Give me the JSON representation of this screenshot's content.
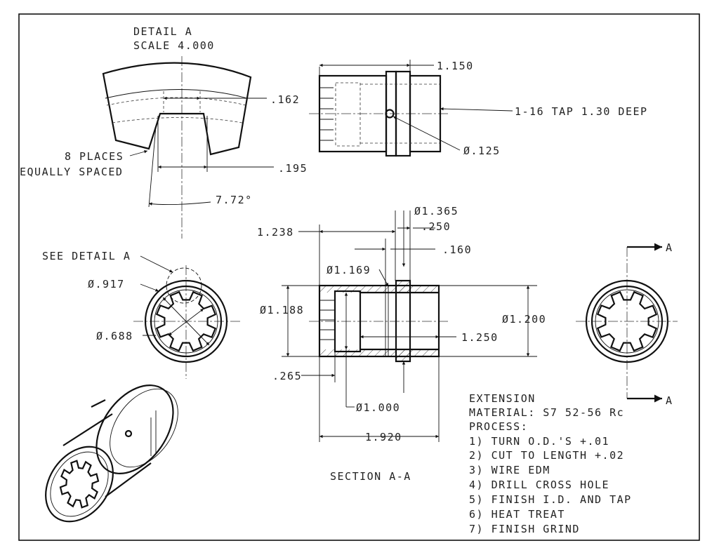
{
  "detail": {
    "title": "DETAIL A",
    "scale": "SCALE 4.000",
    "dim_162": ".162",
    "dim_195": ".195",
    "angle": "7.72°",
    "places_line1": "8 PLACES",
    "places_line2": "EQUALLY SPACED"
  },
  "side_view": {
    "dim_length": "1.150",
    "tap_note": "1-16 TAP 1.30 DEEP",
    "hole_dia": "Ø.125"
  },
  "end_view": {
    "see_detail": "SEE DETAIL A",
    "outer_dia": "Ø.917",
    "inner_dia": "Ø.688"
  },
  "section": {
    "dia_1365": "Ø1.365",
    "dim_250": ".250",
    "dim_1238": "1.238",
    "dim_160": ".160",
    "dia_1169": "Ø1.169",
    "dia_1188": "Ø1.188",
    "dia_1200": "Ø1.200",
    "dim_1250": "1.250",
    "dim_265": ".265",
    "dia_1000": "Ø1.000",
    "dim_1920": "1.920",
    "caption": "SECTION A-A"
  },
  "section_marks": {
    "top": "A",
    "bottom": "A"
  },
  "notes": {
    "part": "EXTENSION",
    "material": "MATERIAL: S7 52-56 Rc",
    "process_title": "PROCESS:",
    "steps": [
      "1) TURN O.D.'S +.01",
      "2) CUT TO LENGTH +.02",
      "3) WIRE EDM",
      "4) DRILL CROSS HOLE",
      "5) FINISH I.D. AND TAP",
      "6) HEAT TREAT",
      "7) FINISH GRIND"
    ]
  }
}
